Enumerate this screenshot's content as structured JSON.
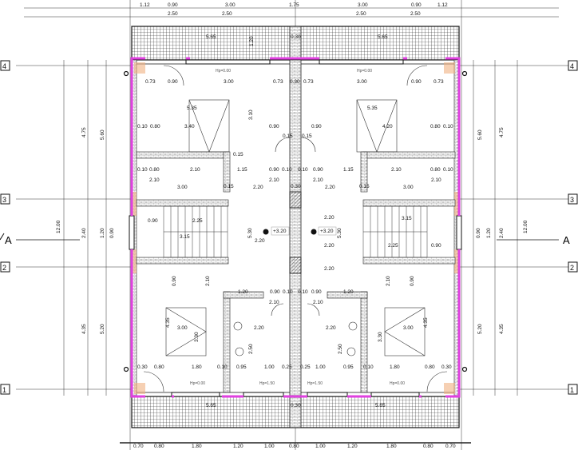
{
  "plan": {
    "axes_left": [
      "4",
      "3",
      "2",
      "1"
    ],
    "axes_right": [
      "4",
      "3",
      "2",
      "1"
    ],
    "section_marks": [
      "A",
      "A"
    ],
    "top_dims_row1": [
      "1.12",
      "0.90",
      "3.00",
      "1.75",
      "3.00",
      "0.90",
      "1.12"
    ],
    "top_dims_row2": [
      "2.50",
      "2.50",
      "2.50",
      "2.50"
    ],
    "bottom_dims": [
      "0.70",
      "0.80",
      "1.80",
      "1.20",
      "1.00",
      "0.80",
      "1.00",
      "1.20",
      "1.80",
      "0.80",
      "0.70"
    ],
    "left_dims": [
      "4.75",
      "5.60",
      "12.00",
      "2.40",
      "1.20",
      "0.90",
      "4.35",
      "5.20"
    ],
    "right_dims": [
      "5.60",
      "4.75",
      "12.00",
      "0.90",
      "1.20",
      "2.40",
      "5.20",
      "4.35"
    ],
    "balcony_top": [
      "5.65",
      "1.20",
      "0.30",
      "5.65"
    ],
    "balcony_bottom": [
      "5.65",
      "0.30",
      "5.65"
    ],
    "window_top_dims": [
      "0.73",
      "0.90",
      "3.00",
      "0.73",
      "0.30",
      "0.73",
      "3.00",
      "0.90",
      "0.73"
    ],
    "window_bottom_dims": [
      "0.30",
      "0.80",
      "1.80",
      "0.10",
      "0.95",
      "1.00",
      "0.25",
      "0.25",
      "1.00",
      "0.95",
      "0.10",
      "1.80",
      "0.80",
      "0.30"
    ],
    "sill_labels": [
      "Hp=0.00",
      "Hp=0.00",
      "Hp=0.00",
      "Hp=1.50",
      "Hp=1.50",
      "Hp=0.00"
    ],
    "room_dims_upper": [
      "5.35",
      "3.40",
      "3.10",
      "0.90",
      "0.90",
      "5.35",
      "4.20",
      "0.10",
      "0.80",
      "0.10",
      "0.80",
      "0.15",
      "0.15",
      "0.15"
    ],
    "room_dims_mid": [
      "0.10",
      "0.80",
      "2.10",
      "1.15",
      "0.90",
      "0.10",
      "0.10",
      "0.90",
      "1.15",
      "2.10",
      "0.80",
      "0.10",
      "2.10",
      "3.00",
      "0.15",
      "2.20",
      "2.10",
      "0.30",
      "2.10",
      "2.20",
      "0.15",
      "3.00",
      "2.10"
    ],
    "stair_dims": [
      "0.90",
      "2.25",
      "3.15",
      "5.30",
      "2.20",
      "2.20",
      "5.30",
      "2.20",
      "3.15",
      "2.25",
      "0.90",
      "2.20"
    ],
    "level_marks": [
      "+3.20",
      "+3.20"
    ],
    "room_dims_lower": [
      "0.90",
      "2.10",
      "1.20",
      "0.90",
      "0.10",
      "0.10",
      "0.90",
      "1.20",
      "2.10",
      "0.90",
      "4.35",
      "3.00",
      "3.30",
      "2.20",
      "2.50",
      "2.20",
      "2.50",
      "3.30",
      "3.00",
      "4.35",
      "2.10",
      "2.10"
    ],
    "colors": {
      "party_line": "#e040e0",
      "wall": "#222222",
      "hatch": "#333333",
      "insulation": "#f0b080"
    }
  }
}
